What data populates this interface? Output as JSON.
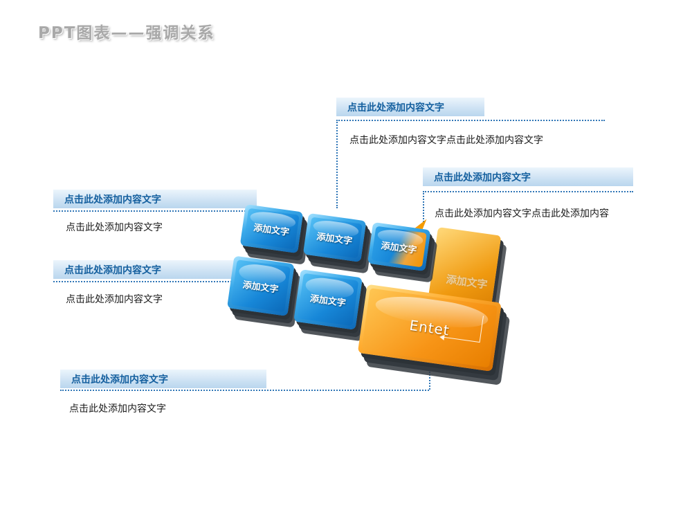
{
  "title": "PPT图表——强调关系",
  "callouts": {
    "top": {
      "header": "点击此处添加内容文字",
      "body": "点击此处添加内容文字点击此处添加内容文字"
    },
    "right": {
      "header": "点击此处添加内容文字",
      "body": "点击此处添加内容文字点击此处添加内容"
    },
    "left1": {
      "header": "点击此处添加内容文字",
      "body": "点击此处添加内容文字"
    },
    "left2": {
      "header": "点击此处添加内容文字",
      "body": "点击此处添加内容文字"
    },
    "bottom": {
      "header": "点击此处添加内容文字",
      "body": "点击此处添加内容文字"
    }
  },
  "keyboard": {
    "row1": [
      "添加文字",
      "添加文字",
      "添加文字"
    ],
    "row2": [
      "添加文字",
      "添加文字"
    ],
    "enter": "Entet",
    "ghost": "添加文字"
  },
  "colors": {
    "accent_blue": "#2e75b6",
    "header_text": "#15609f",
    "key_blue": "#1787d8",
    "key_orange": "#f59300",
    "shadow_dark": "#343a40"
  }
}
